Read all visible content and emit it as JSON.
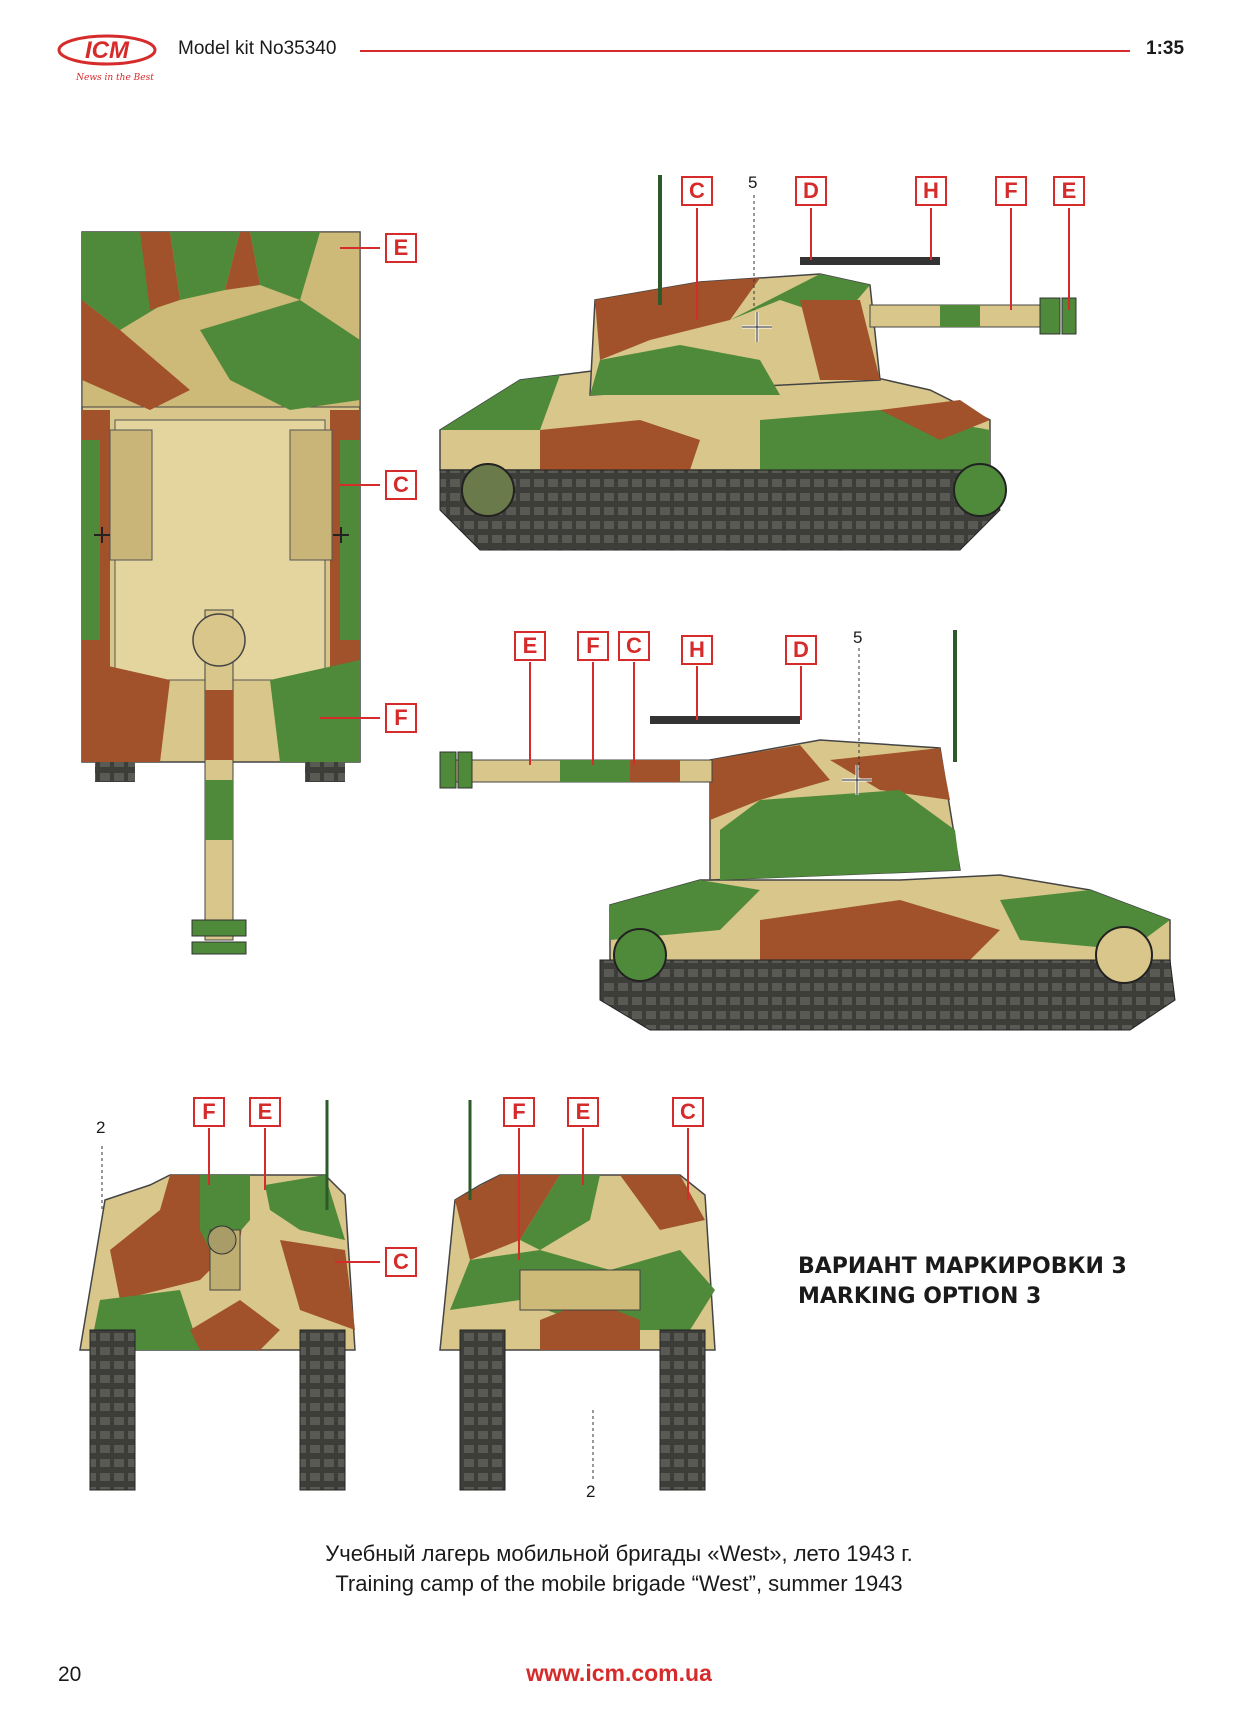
{
  "header": {
    "brand": "ICM",
    "slogan": "News in the Best",
    "title": "Model kit No35340",
    "scale": "1:35"
  },
  "callouts": {
    "top_view": [
      "E",
      "C",
      "F"
    ],
    "side_right": [
      "C",
      "D",
      "H",
      "F",
      "E"
    ],
    "side_left": [
      "E",
      "F",
      "C",
      "H",
      "D"
    ],
    "front_view": [
      "F",
      "E",
      "C"
    ],
    "rear_view": [
      "F",
      "E",
      "C"
    ]
  },
  "decal_numbers": {
    "side_right": "5",
    "side_left": "5",
    "front": "2",
    "rear": "2"
  },
  "marking": {
    "line_ru": "ВАРИАНТ МАРКИРОВКИ 3",
    "line_en": "MARKING OPTION 3"
  },
  "caption": {
    "line_ru": "Учебный лагерь мобильной бригады «West», лето 1943 г.",
    "line_en": "Training camp of the mobile brigade “West”, summer 1943"
  },
  "footer": {
    "page_number": "20",
    "url": "www.icm.com.ua"
  },
  "colors": {
    "accent_red": "#d62b2b",
    "camo_sand": "#d9c68a",
    "camo_green": "#4e8a3a",
    "camo_brown": "#a1522a"
  }
}
